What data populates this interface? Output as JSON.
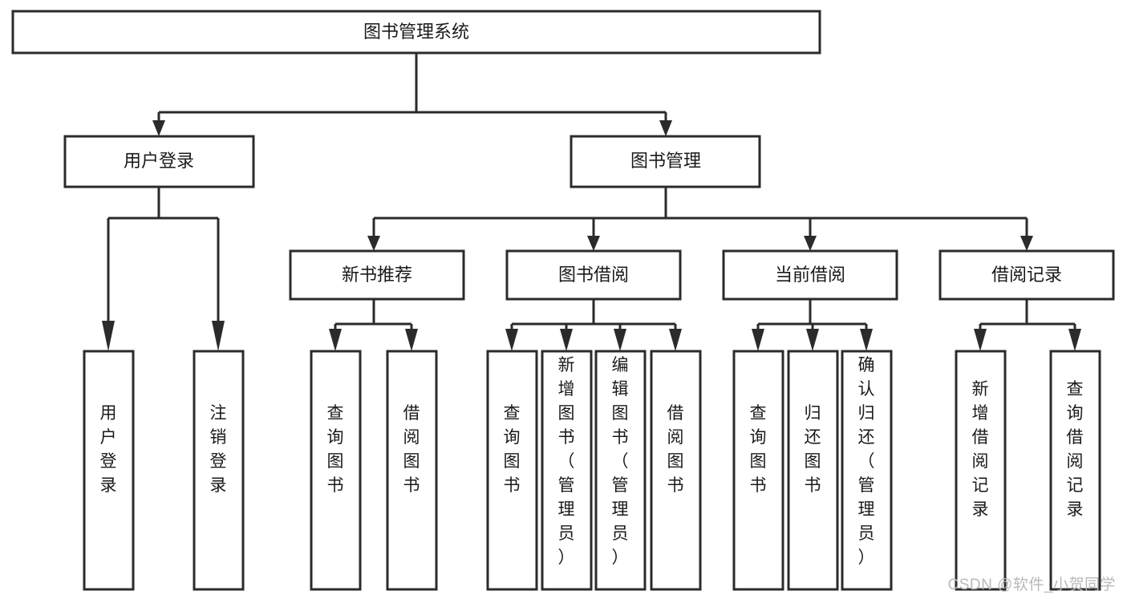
{
  "diagram": {
    "type": "tree-hierarchy",
    "root": {
      "id": "root",
      "label": "图书管理系统"
    },
    "level2": [
      {
        "id": "user-login",
        "label": "用户登录"
      },
      {
        "id": "book-management",
        "label": "图书管理"
      }
    ],
    "level3": [
      {
        "id": "new-book-recommend",
        "label": "新书推荐",
        "parent": "book-management"
      },
      {
        "id": "book-borrow",
        "label": "图书借阅",
        "parent": "book-management"
      },
      {
        "id": "current-borrow",
        "label": "当前借阅",
        "parent": "book-management"
      },
      {
        "id": "borrow-record",
        "label": "借阅记录",
        "parent": "book-management"
      }
    ],
    "leaves": {
      "user-login": [
        {
          "id": "leaf-user-login",
          "label": "用户登录"
        },
        {
          "id": "leaf-user-logout",
          "label": "注销登录"
        }
      ],
      "new-book-recommend": [
        {
          "id": "leaf-query-book-1",
          "label": "查询图书"
        },
        {
          "id": "leaf-borrow-book-1",
          "label": "借阅图书"
        }
      ],
      "book-borrow": [
        {
          "id": "leaf-query-book-2",
          "label": "查询图书"
        },
        {
          "id": "leaf-add-book",
          "label": "新增图书（管理员）"
        },
        {
          "id": "leaf-edit-book",
          "label": "编辑图书（管理员）"
        },
        {
          "id": "leaf-borrow-book-2",
          "label": "借阅图书"
        }
      ],
      "current-borrow": [
        {
          "id": "leaf-query-book-3",
          "label": "查询图书"
        },
        {
          "id": "leaf-return-book",
          "label": "归还图书"
        },
        {
          "id": "leaf-confirm-return",
          "label": "确认归还（管理员）"
        }
      ],
      "borrow-record": [
        {
          "id": "leaf-add-record",
          "label": "新增借阅记录"
        },
        {
          "id": "leaf-query-record",
          "label": "查询借阅记录"
        }
      ]
    },
    "colors": {
      "box_stroke": "#2b2b2b",
      "box_fill": "#ffffff",
      "text": "#1a1a1a",
      "connector": "#2b2b2b",
      "background": "#ffffff",
      "watermark": "#b9b9b9"
    }
  },
  "watermark": {
    "text": "CSDN @软件_小贺同学"
  }
}
